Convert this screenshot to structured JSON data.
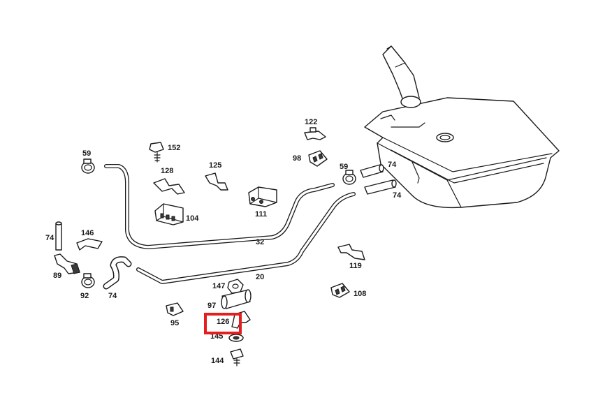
{
  "highlight_color": "#e41e1e",
  "highlighted_part": "126",
  "labels": {
    "p59a": "59",
    "p152": "152",
    "p128": "128",
    "p125": "125",
    "p122": "122",
    "p98": "98",
    "p59b": "59",
    "p74a": "74",
    "p74b": "74",
    "p104": "104",
    "p111": "111",
    "p74c": "74",
    "p146": "146",
    "p32": "32",
    "p89": "89",
    "p92": "92",
    "p74d": "74",
    "p20": "20",
    "p119": "119",
    "p147": "147",
    "p97": "97",
    "p108": "108",
    "p95": "95",
    "p126": "126",
    "p145": "145",
    "p144": "144"
  }
}
